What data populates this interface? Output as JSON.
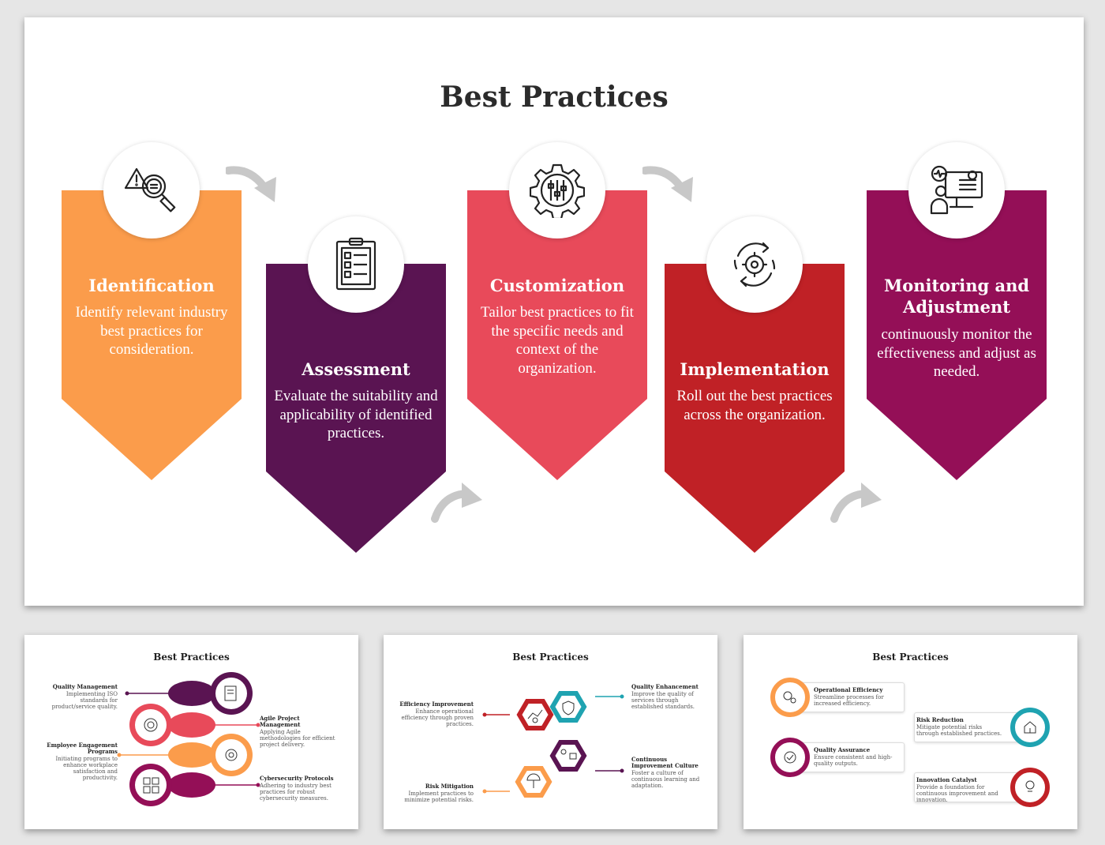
{
  "main": {
    "title": "Best Practices",
    "steps": [
      {
        "title": "Identification",
        "desc": "Identify relevant industry best practices for consideration.",
        "color": "#fb9c4b",
        "icon": "warning-magnifier-icon"
      },
      {
        "title": "Assessment",
        "desc": "Evaluate the suitability and applicability of identified practices.",
        "color": "#5a1452",
        "icon": "clipboard-checklist-icon"
      },
      {
        "title": "Customization",
        "desc": "Tailor best practices to fit the specific needs and context of the organization.",
        "color": "#e84a5a",
        "icon": "gear-sliders-icon"
      },
      {
        "title": "Implementation",
        "desc": "Roll out the best practices across the organization.",
        "color": "#c02126",
        "icon": "gear-cycle-icon"
      },
      {
        "title": "Monitoring and Adjustment",
        "desc": "continuously monitor the effectiveness and adjust as needed.",
        "color": "#940f57",
        "icon": "monitor-person-icon"
      }
    ]
  },
  "thumb1": {
    "title": "Best Practices",
    "items": [
      {
        "title": "Quality Management",
        "desc": "Implementing ISO standards for product/service quality.",
        "color": "#5a1452"
      },
      {
        "title": "Agile Project Management",
        "desc": "Applying Agile methodologies for efficient project delivery.",
        "color": "#e84a5a"
      },
      {
        "title": "Employee Engagement Programs",
        "desc": "Initiating programs to enhance workplace satisfaction and productivity.",
        "color": "#fb9c4b"
      },
      {
        "title": "Cybersecurity Protocols",
        "desc": "Adhering to industry best practices for robust cybersecurity measures.",
        "color": "#940f57"
      }
    ]
  },
  "thumb2": {
    "title": "Best Practices",
    "items": [
      {
        "title": "Efficiency Improvement",
        "desc": "Enhance operational efficiency through proven practices.",
        "color": "#c02126"
      },
      {
        "title": "Quality Enhancement",
        "desc": "Improve the quality of services through established standards.",
        "color": "#1fa3b1"
      },
      {
        "title": "Continuous Improvement Culture",
        "desc": "Foster a culture of continuous learning and adaptation.",
        "color": "#5a1452"
      },
      {
        "title": "Risk Mitigation",
        "desc": "Implement practices to minimize potential risks.",
        "color": "#fb9c4b"
      }
    ]
  },
  "thumb3": {
    "title": "Best Practices",
    "items": [
      {
        "title": "Operational Efficiency",
        "desc": "Streamline processes for increased efficiency.",
        "color": "#fb9c4b"
      },
      {
        "title": "Risk Reduction",
        "desc": "Mitigate potential risks through established practices.",
        "color": "#1fa3b1"
      },
      {
        "title": "Quality Assurance",
        "desc": "Ensure consistent and high-quality outputs.",
        "color": "#940f57"
      },
      {
        "title": "Innovation Catalyst",
        "desc": "Provide a foundation for continuous improvement and innovation.",
        "color": "#c02126"
      }
    ]
  }
}
